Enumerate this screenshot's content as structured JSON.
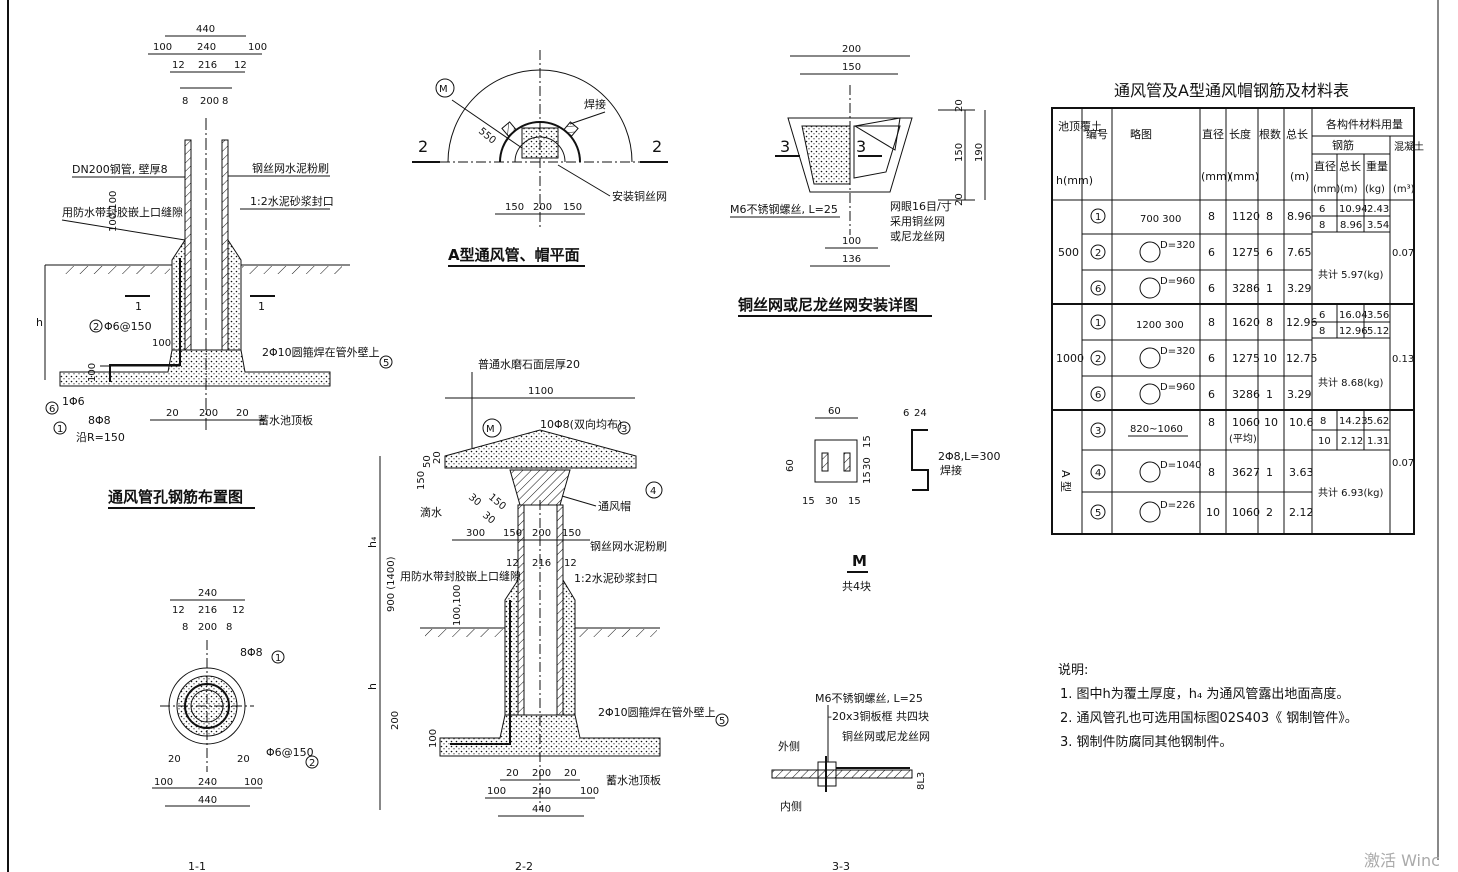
{
  "views": {
    "v11": {
      "title": "通风管孔钢筋布置图",
      "section": "1-1",
      "labels": {
        "pipe": "DN200钢管, 壁厚8",
        "mesh": "钢丝网水泥粉刷",
        "seal": "用防水带封胶嵌上口缝隙",
        "mortar": "1:2水泥砂浆封口",
        "bar_note": "2Φ10圆箍焊在管外壁上",
        "roof": "蓄水池顶板",
        "r6": "Φ6@150",
        "r1": "1Φ6",
        "r8": "8Φ8",
        "rr": "沿R=150",
        "h": "h",
        "sec": "1"
      },
      "dims": [
        "440",
        "100",
        "240",
        "100",
        "12",
        "216",
        "12",
        "8",
        "200",
        "8",
        "100,100",
        "100",
        "100",
        "20",
        "200",
        "20"
      ],
      "plan": {
        "dims_top": [
          "240",
          "12",
          "216",
          "12",
          "8",
          "200",
          "8"
        ],
        "dims_bot": [
          "20",
          "20",
          "100",
          "240",
          "100",
          "440"
        ],
        "labels": [
          "8Φ8",
          "Φ6@150"
        ]
      }
    },
    "vA": {
      "title": "A型通风管、帽平面",
      "section": "2-2",
      "labels": {
        "weld": "焊接",
        "mesh": "安装铜丝网",
        "m": "M",
        "r550": "550",
        "sec2": "2"
      },
      "dims": [
        "150",
        "200",
        "150"
      ]
    },
    "vMesh": {
      "title": "铜丝网或尼龙丝网安装详图",
      "section": "3-3",
      "labels": {
        "bolt": "M6不锈钢螺丝, L=25",
        "grid": "网眼16目/寸",
        "grid2": "采用铜丝网",
        "grid3": "或尼龙丝网",
        "sec3": "3"
      },
      "dims": [
        "200",
        "150",
        "20",
        "150",
        "190",
        "20",
        "100",
        "136"
      ]
    },
    "vM": {
      "title": "M",
      "count": "共4块",
      "labels": {
        "bar": "2Φ8,L=300",
        "weld": "焊接"
      },
      "dims": [
        "60",
        "60",
        "15",
        "30",
        "15",
        "15",
        "30",
        "15",
        "6",
        "24"
      ]
    },
    "v22": {
      "labels": {
        "finish": "普通水磨石面层厚20",
        "w1100": "1100",
        "bar": "10Φ8(双向均布)",
        "drip": "滴水",
        "cap": "通风帽",
        "mesh": "钢丝网水泥粉刷",
        "seal": "用防水带封胶嵌上口缝隙",
        "mortar": "1:2水泥砂浆封口",
        "bar2": "2Φ10圆箍焊在管外壁上",
        "roof": "蓄水池顶板",
        "h4": "h₄",
        "h": "h",
        "h900": "900 (1400)"
      },
      "dims": [
        "50",
        "20",
        "150",
        "150",
        "30",
        "30",
        "300",
        "150",
        "200",
        "150",
        "12",
        "216",
        "12",
        "100,100",
        "200",
        "100",
        "20",
        "200",
        "20",
        "100",
        "240",
        "100",
        "440"
      ]
    },
    "vDet": {
      "labels": {
        "bolt": "M6不锈钢螺丝, L=25",
        "flat": "-20x3铜板框 共四块",
        "mesh": "铜丝网或尼龙丝网",
        "out": "外侧",
        "in": "内侧",
        "t": "8L3"
      }
    }
  },
  "table": {
    "title": "通风管及A型通风帽钢筋及材料表",
    "headers": {
      "h_cover": "池顶覆土",
      "h_unit": "h(mm)",
      "no": "编号",
      "sketch": "略图",
      "dia": "直径",
      "dia_u": "(mm)",
      "len": "长度",
      "len_u": "(mm)",
      "cnt": "根数",
      "tot": "总长",
      "tot_u": "(m)",
      "mat": "各构件材料用量",
      "steel": "钢筋",
      "s_dia": "直径",
      "s_dia_u": "(mm)",
      "s_tot": "总长",
      "s_tot_u": "(m)",
      "s_wt": "重量",
      "s_wt_u": "(kg)",
      "conc": "混凝土",
      "conc_u": "(m³)"
    },
    "groups": [
      {
        "h": "500",
        "rows": [
          {
            "no": "1",
            "sketch": "700 300",
            "dia": "8",
            "len": "1120",
            "cnt": "8",
            "tot": "8.96"
          },
          {
            "no": "2",
            "sketch": "D=320",
            "dia": "6",
            "len": "1275",
            "cnt": "6",
            "tot": "7.65"
          },
          {
            "no": "6",
            "sketch": "D=960",
            "dia": "6",
            "len": "3286",
            "cnt": "1",
            "tot": "3.29"
          }
        ],
        "steel": [
          [
            "6",
            "10.94",
            "2.43"
          ],
          [
            "8",
            "8.96",
            "3.54"
          ]
        ],
        "total": "共计 5.97(kg)",
        "conc": "0.07"
      },
      {
        "h": "1000",
        "rows": [
          {
            "no": "1",
            "sketch": "1200 300",
            "dia": "8",
            "len": "1620",
            "cnt": "8",
            "tot": "12.96"
          },
          {
            "no": "2",
            "sketch": "D=320",
            "dia": "6",
            "len": "1275",
            "cnt": "10",
            "tot": "12.75"
          },
          {
            "no": "6",
            "sketch": "D=960",
            "dia": "6",
            "len": "3286",
            "cnt": "1",
            "tot": "3.29"
          }
        ],
        "steel": [
          [
            "6",
            "16.04",
            "3.56"
          ],
          [
            "8",
            "12.96",
            "5.12"
          ]
        ],
        "total": "共计 8.68(kg)",
        "conc": "0.13"
      },
      {
        "h": "A 型",
        "rows": [
          {
            "no": "3",
            "sketch": "820~1060",
            "dia": "8",
            "len": "1060",
            "len2": "(平均)",
            "cnt": "10",
            "tot": "10.6"
          },
          {
            "no": "4",
            "sketch": "D=1040",
            "dia": "8",
            "len": "3627",
            "cnt": "1",
            "tot": "3.63"
          },
          {
            "no": "5",
            "sketch": "D=226",
            "dia": "10",
            "len": "1060",
            "cnt": "2",
            "tot": "2.12"
          }
        ],
        "steel": [
          [
            "8",
            "14.23",
            "5.62"
          ],
          [
            "10",
            "2.12",
            "1.31"
          ]
        ],
        "total": "共计 6.93(kg)",
        "conc": "0.07"
      }
    ]
  },
  "notes": {
    "title": "说明:",
    "items": [
      "1.  图中h为覆土厚度，h₄ 为通风管露出地面高度。",
      "2.  通风管孔也可选用国标图02S403《 钢制管件》。",
      "3.  钢制件防腐同其他钢制件。"
    ]
  },
  "watermark": "激活 Winc"
}
